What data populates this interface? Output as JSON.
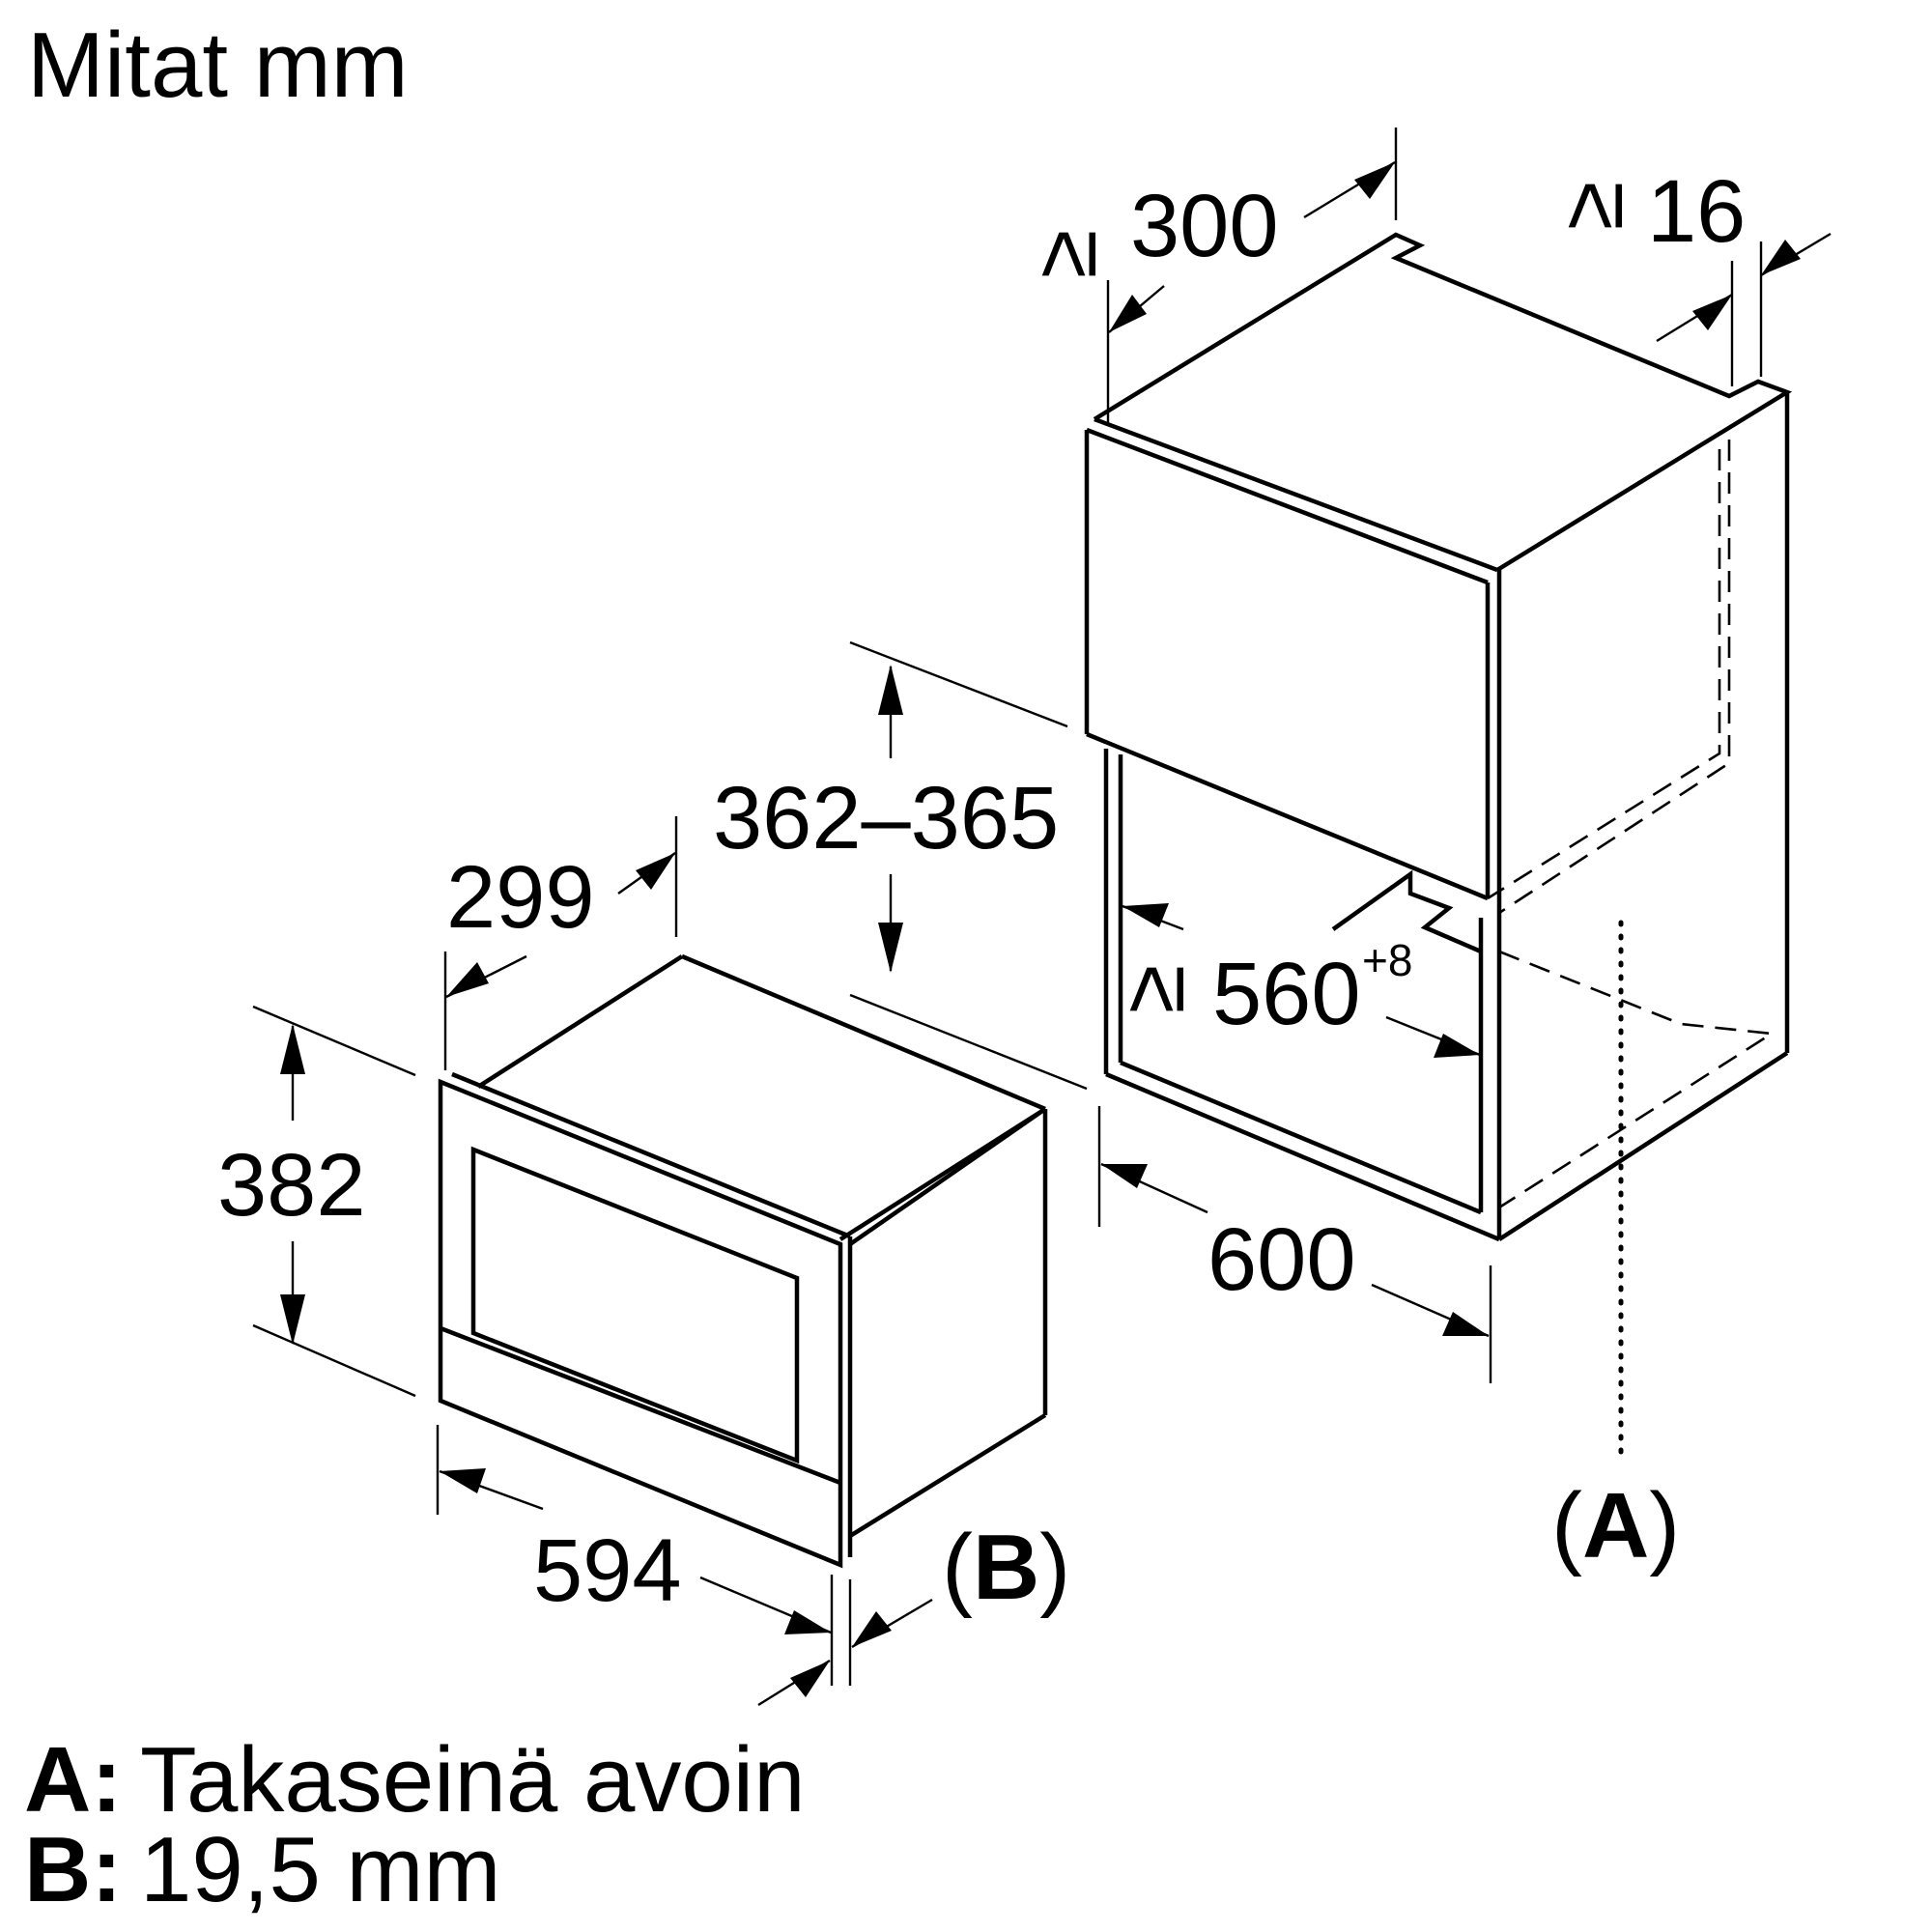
{
  "title": "Mitat mm",
  "dimensions": {
    "cabinet_depth": "300",
    "rear_gap": "16",
    "height_range": "362–365",
    "niche_width": "560",
    "niche_width_tolerance": "+8",
    "cabinet_width": "600",
    "appliance_depth": "299",
    "appliance_height": "382",
    "appliance_width": "594",
    "ge_symbol": "≥"
  },
  "callouts": {
    "a_open": "(",
    "a_letter": "A",
    "a_close": ")",
    "b_open": "(",
    "b_letter": "B",
    "b_close": ")"
  },
  "legend": [
    {
      "key": "A:",
      "text": "Takaseinä avoin"
    },
    {
      "key": "B:",
      "text": "19,5 mm"
    }
  ]
}
